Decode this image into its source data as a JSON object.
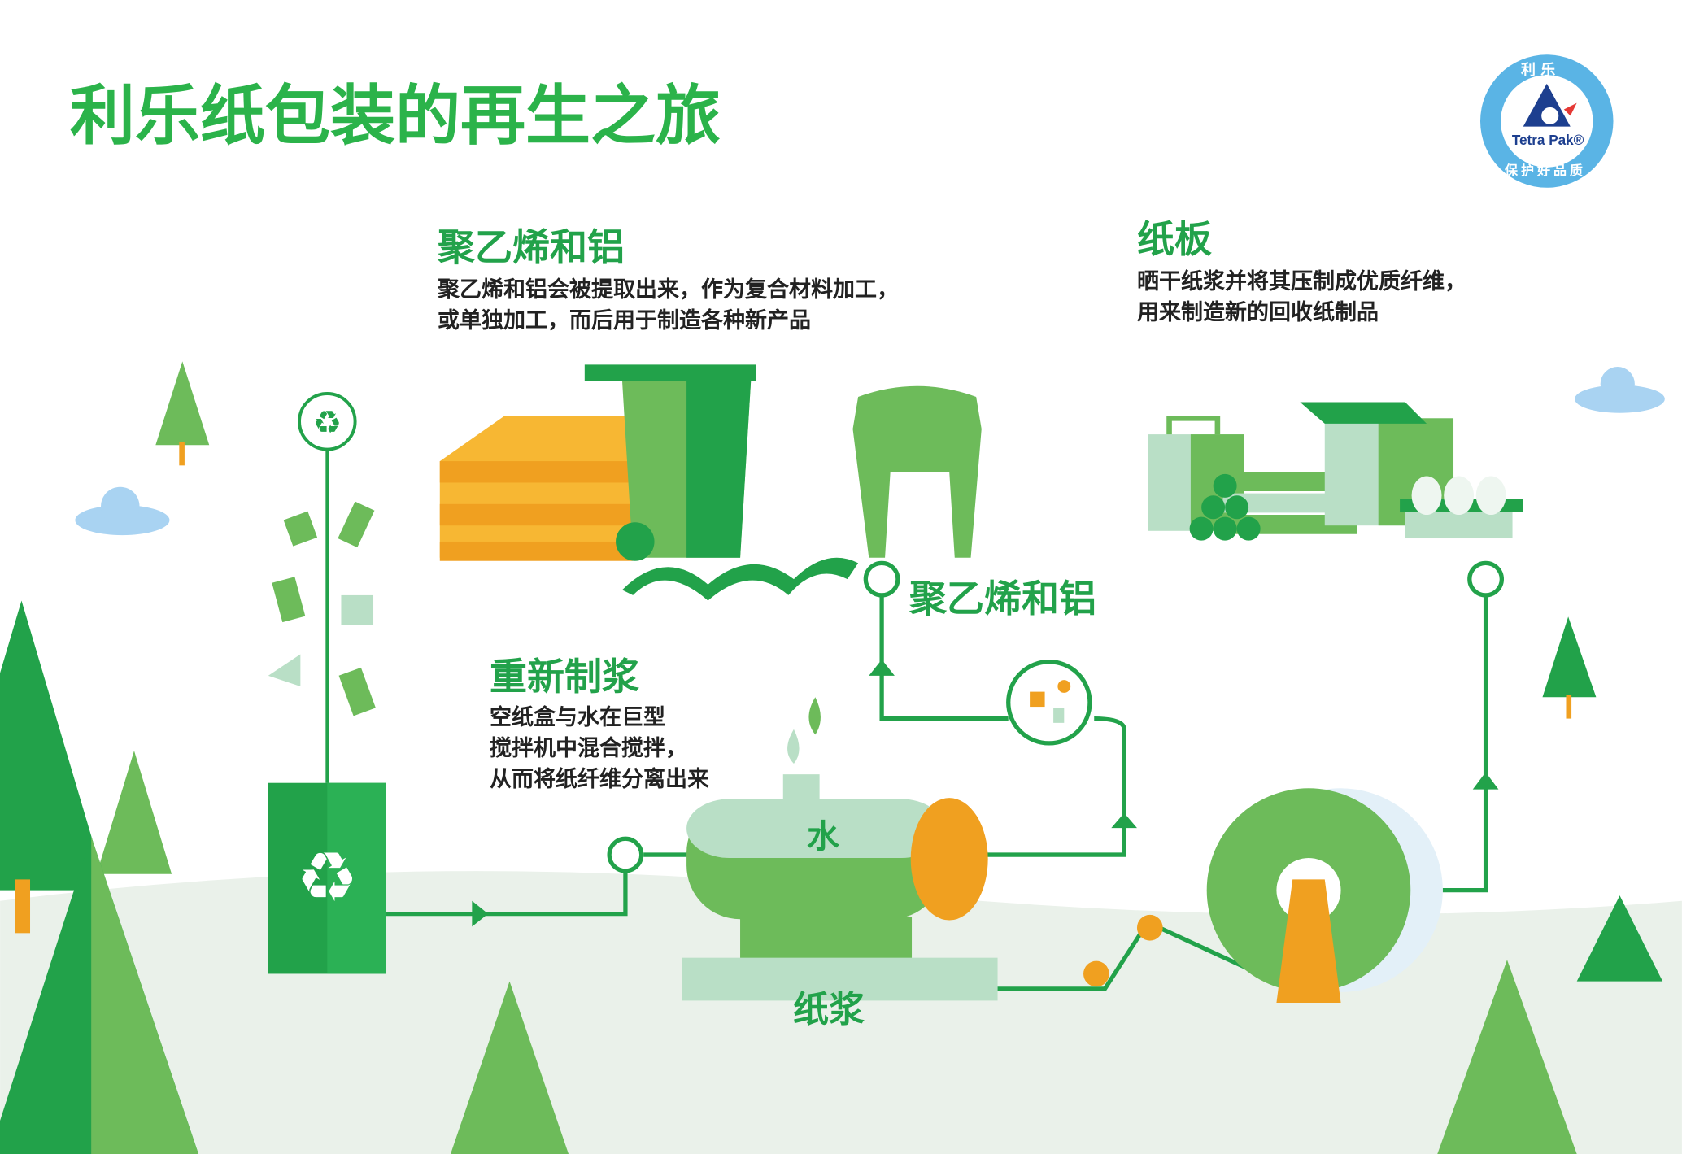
{
  "title": "利乐纸包装的再生之旅",
  "logo": {
    "top": "利 乐",
    "brand": "Tetra Pak®",
    "bottom": "保护好品质"
  },
  "sections": {
    "pe_al": {
      "heading": "聚乙烯和铝",
      "lines": [
        "聚乙烯和铝会被提取出来，作为复合材料加工，",
        "或单独加工，而后用于制造各种新产品"
      ]
    },
    "paperboard": {
      "heading": "纸板",
      "lines": [
        "晒干纸浆并将其压制成优质纤维，",
        "用来制造新的回收纸制品"
      ]
    },
    "repulp": {
      "heading": "重新制浆",
      "lines": [
        "空纸盒与水在巨型",
        "搅拌机中混合搅拌，",
        "从而将纸纤维分离出来"
      ]
    }
  },
  "labels": {
    "pe_al_flow": "聚乙烯和铝",
    "water": "水",
    "pulp": "纸浆"
  },
  "colors": {
    "green": "#22a24a",
    "light_green": "#6dbb5a",
    "pale": "#b9dfc6",
    "orange": "#f0a020",
    "blue": "#3aa6e0"
  }
}
